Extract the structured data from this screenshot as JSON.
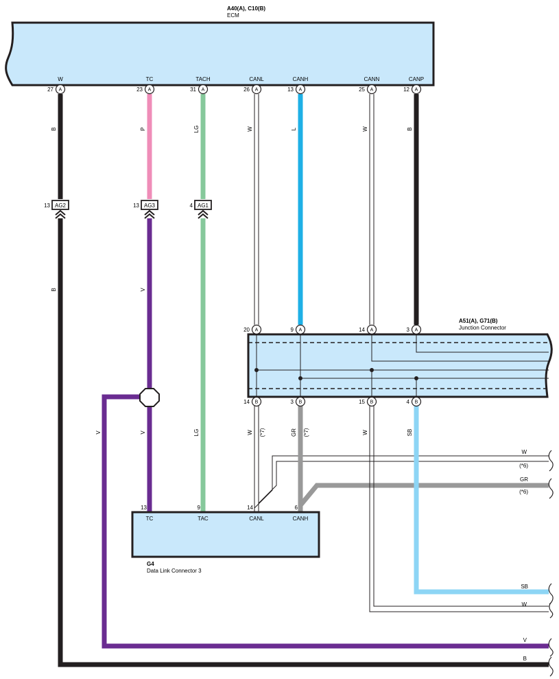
{
  "ecm": {
    "code": "A40(A), C10(B)",
    "name": "ECM",
    "pins": [
      {
        "id": "w",
        "num": "27",
        "conn": "A",
        "name": "W"
      },
      {
        "id": "tc",
        "num": "23",
        "conn": "A",
        "name": "TC"
      },
      {
        "id": "tach",
        "num": "31",
        "conn": "A",
        "name": "TACH"
      },
      {
        "id": "canl",
        "num": "26",
        "conn": "A",
        "name": "CANL"
      },
      {
        "id": "canh",
        "num": "13",
        "conn": "A",
        "name": "CANH"
      },
      {
        "id": "cann",
        "num": "25",
        "conn": "A",
        "name": "CANN"
      },
      {
        "id": "canp",
        "num": "12",
        "conn": "A",
        "name": "CANP"
      }
    ]
  },
  "upper_wire_colors": {
    "w": "B",
    "tc": "P",
    "tach": "LG",
    "canl": "W",
    "canh": "L",
    "cann": "W",
    "canp": "B"
  },
  "inline_connectors": [
    {
      "id": "ag2",
      "num": "13",
      "label": "AG2"
    },
    {
      "id": "ag3",
      "num": "13",
      "label": "AG3"
    },
    {
      "id": "ag1",
      "num": "4",
      "label": "AG1"
    }
  ],
  "middle_wire_colors": {
    "ag2": "B",
    "ag3": "V"
  },
  "junction": {
    "code": "A51(A), G71(B)",
    "name": "Junction Connector",
    "top_pins": [
      {
        "id": "j20",
        "num": "20",
        "conn": "A"
      },
      {
        "id": "j9",
        "num": "9",
        "conn": "A"
      },
      {
        "id": "j14",
        "num": "14",
        "conn": "A"
      },
      {
        "id": "j3",
        "num": "3",
        "conn": "A"
      }
    ],
    "bottom_pins": [
      {
        "id": "jb14",
        "num": "14",
        "conn": "B"
      },
      {
        "id": "jb3",
        "num": "3",
        "conn": "B"
      },
      {
        "id": "jb15",
        "num": "15",
        "conn": "B"
      },
      {
        "id": "jb4",
        "num": "4",
        "conn": "B"
      }
    ]
  },
  "lower_wire_colors": {
    "splice_left": "V",
    "splice_down": "V",
    "tac": "LG",
    "jb14": "W",
    "jb14_note": "(*7)",
    "jb3": "GR",
    "jb3_note": "(*7)",
    "jb15": "W",
    "jb4": "SB"
  },
  "dlc": {
    "code": "G4",
    "name": "Data Link Connector 3",
    "pins": [
      {
        "id": "tc",
        "num": "13",
        "name": "TC"
      },
      {
        "id": "tac",
        "num": "9",
        "name": "TAC"
      },
      {
        "id": "canl",
        "num": "14",
        "name": "CANL"
      },
      {
        "id": "canh",
        "num": "6",
        "name": "CANH"
      }
    ]
  },
  "right_outputs": [
    {
      "id": "w6",
      "label": "W",
      "note": "(*6)"
    },
    {
      "id": "gr6",
      "label": "GR",
      "note": "(*6)"
    },
    {
      "id": "sb",
      "label": "SB"
    },
    {
      "id": "w",
      "label": "W"
    },
    {
      "id": "v",
      "label": "V"
    },
    {
      "id": "b",
      "label": "B"
    }
  ],
  "colors": {
    "component_fill": "#c9e8fb",
    "black": "#231f20",
    "pink": "#ef8db8",
    "light_green": "#86c89b",
    "blue": "#1fb0e6",
    "violet": "#6a2c91",
    "gray": "#999999",
    "sky_blue": "#8dd5f5"
  }
}
